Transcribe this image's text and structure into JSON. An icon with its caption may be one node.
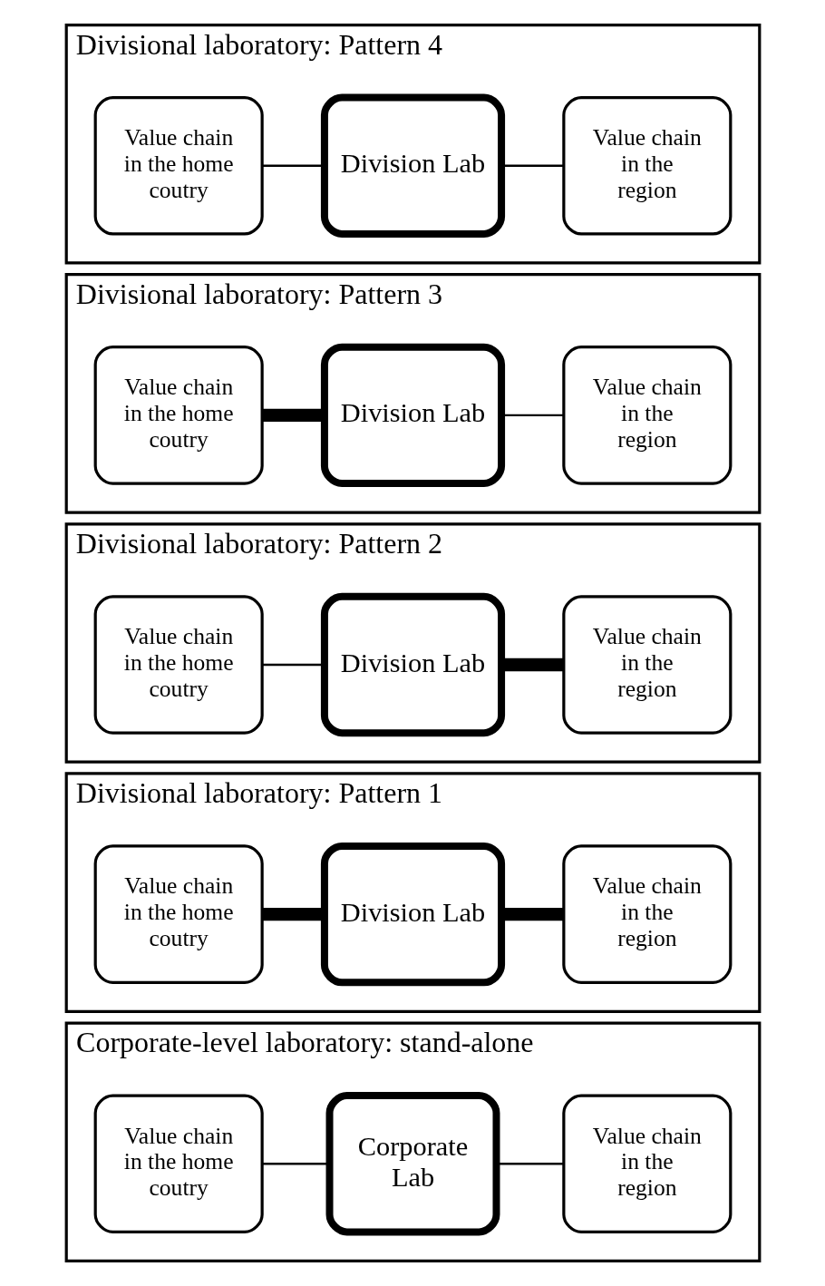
{
  "diagram": {
    "nodes": [
      {
        "text": [
          "Corporate-level laboratory: stand-alone"
        ]
      },
      {
        "text": [
          "Value chain in the home coutry"
        ],
        "in": 0
      },
      {
        "text": [
          "Corporate Lab"
        ],
        "in": 0
      },
      {
        "text": [
          "Value chain in the region"
        ],
        "in": 0
      },
      {
        "text": [
          "Divisional laboratory: Pattern 1"
        ]
      },
      {
        "text": [
          "Value chain in the home coutry"
        ],
        "in": 4
      },
      {
        "text": [
          "Division Lab"
        ],
        "in": 4
      },
      {
        "text": [
          "Value chain in the region"
        ],
        "in": 4
      },
      {
        "text": [
          "Divisional laboratory: Pattern 2"
        ]
      },
      {
        "text": [
          "Value chain in the home coutry"
        ],
        "in": 8
      },
      {
        "text": [
          "Division Lab"
        ],
        "in": 8
      },
      {
        "text": [
          "Value chain in the region"
        ],
        "in": 8
      },
      {
        "text": [
          "Divisional laboratory: Pattern 3"
        ]
      },
      {
        "text": [
          "Value chain in the home coutry"
        ],
        "in": 12
      },
      {
        "text": [
          "Division Lab"
        ],
        "in": 12
      },
      {
        "text": [
          "Value chain in the region"
        ],
        "in": 12
      },
      {
        "text": [
          "Divisional laboratory: Pattern 4"
        ]
      },
      {
        "text": [
          "Value chain in the home coutry"
        ],
        "in": 16
      },
      {
        "text": [
          "Division Lab"
        ],
        "in": 16
      },
      {
        "text": [
          "Value chain in the region"
        ],
        "in": 16
      }
    ],
    "edges": [
      {
        "from": 1,
        "to": 2,
        "arrow": "none"
      },
      {
        "from": 2,
        "to": 3,
        "arrow": "none"
      },
      {
        "from": 5,
        "to": 6,
        "arrow": "none",
        "style": "thick"
      },
      {
        "from": 6,
        "to": 7,
        "arrow": "none",
        "style": "thick"
      },
      {
        "from": 9,
        "to": 10,
        "arrow": "none"
      },
      {
        "from": 10,
        "to": 11,
        "arrow": "none",
        "style": "thick"
      },
      {
        "from": 13,
        "to": 14,
        "arrow": "none",
        "style": "thick"
      },
      {
        "from": 14,
        "to": 15,
        "arrow": "none"
      },
      {
        "from": 17,
        "to": 18,
        "arrow": "none"
      },
      {
        "from": 18,
        "to": 19,
        "arrow": "none"
      }
    ]
  }
}
